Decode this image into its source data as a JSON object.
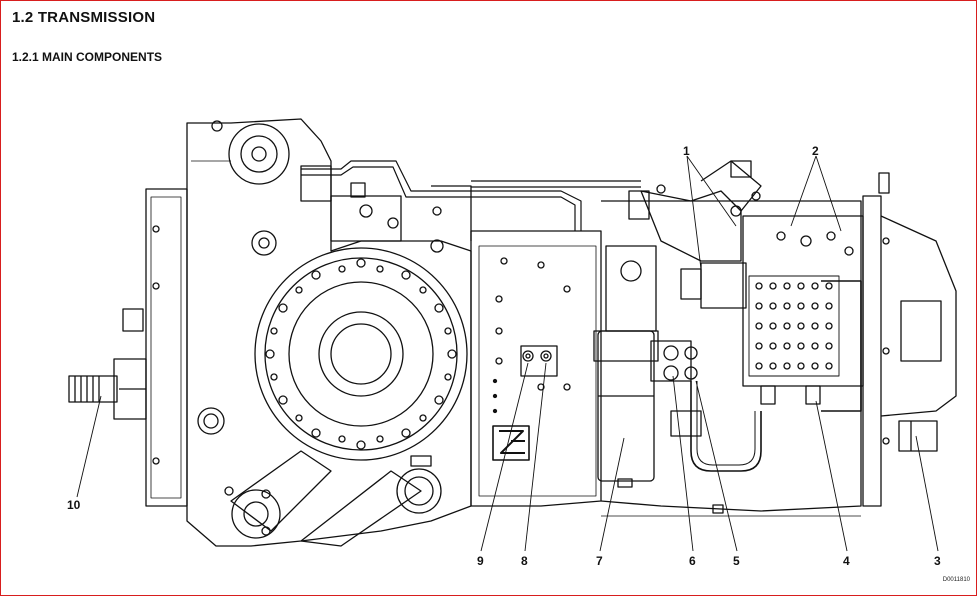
{
  "document": {
    "title": "1.2 TRANSMISSION",
    "subtitle": "1.2.1 MAIN COMPONENTS",
    "figure_code": "D0011810"
  },
  "callouts": {
    "c1": "1",
    "c2": "2",
    "c3": "3",
    "c4": "4",
    "c5": "5",
    "c6": "6",
    "c7": "7",
    "c8": "8",
    "c9": "9",
    "c10": "10"
  }
}
